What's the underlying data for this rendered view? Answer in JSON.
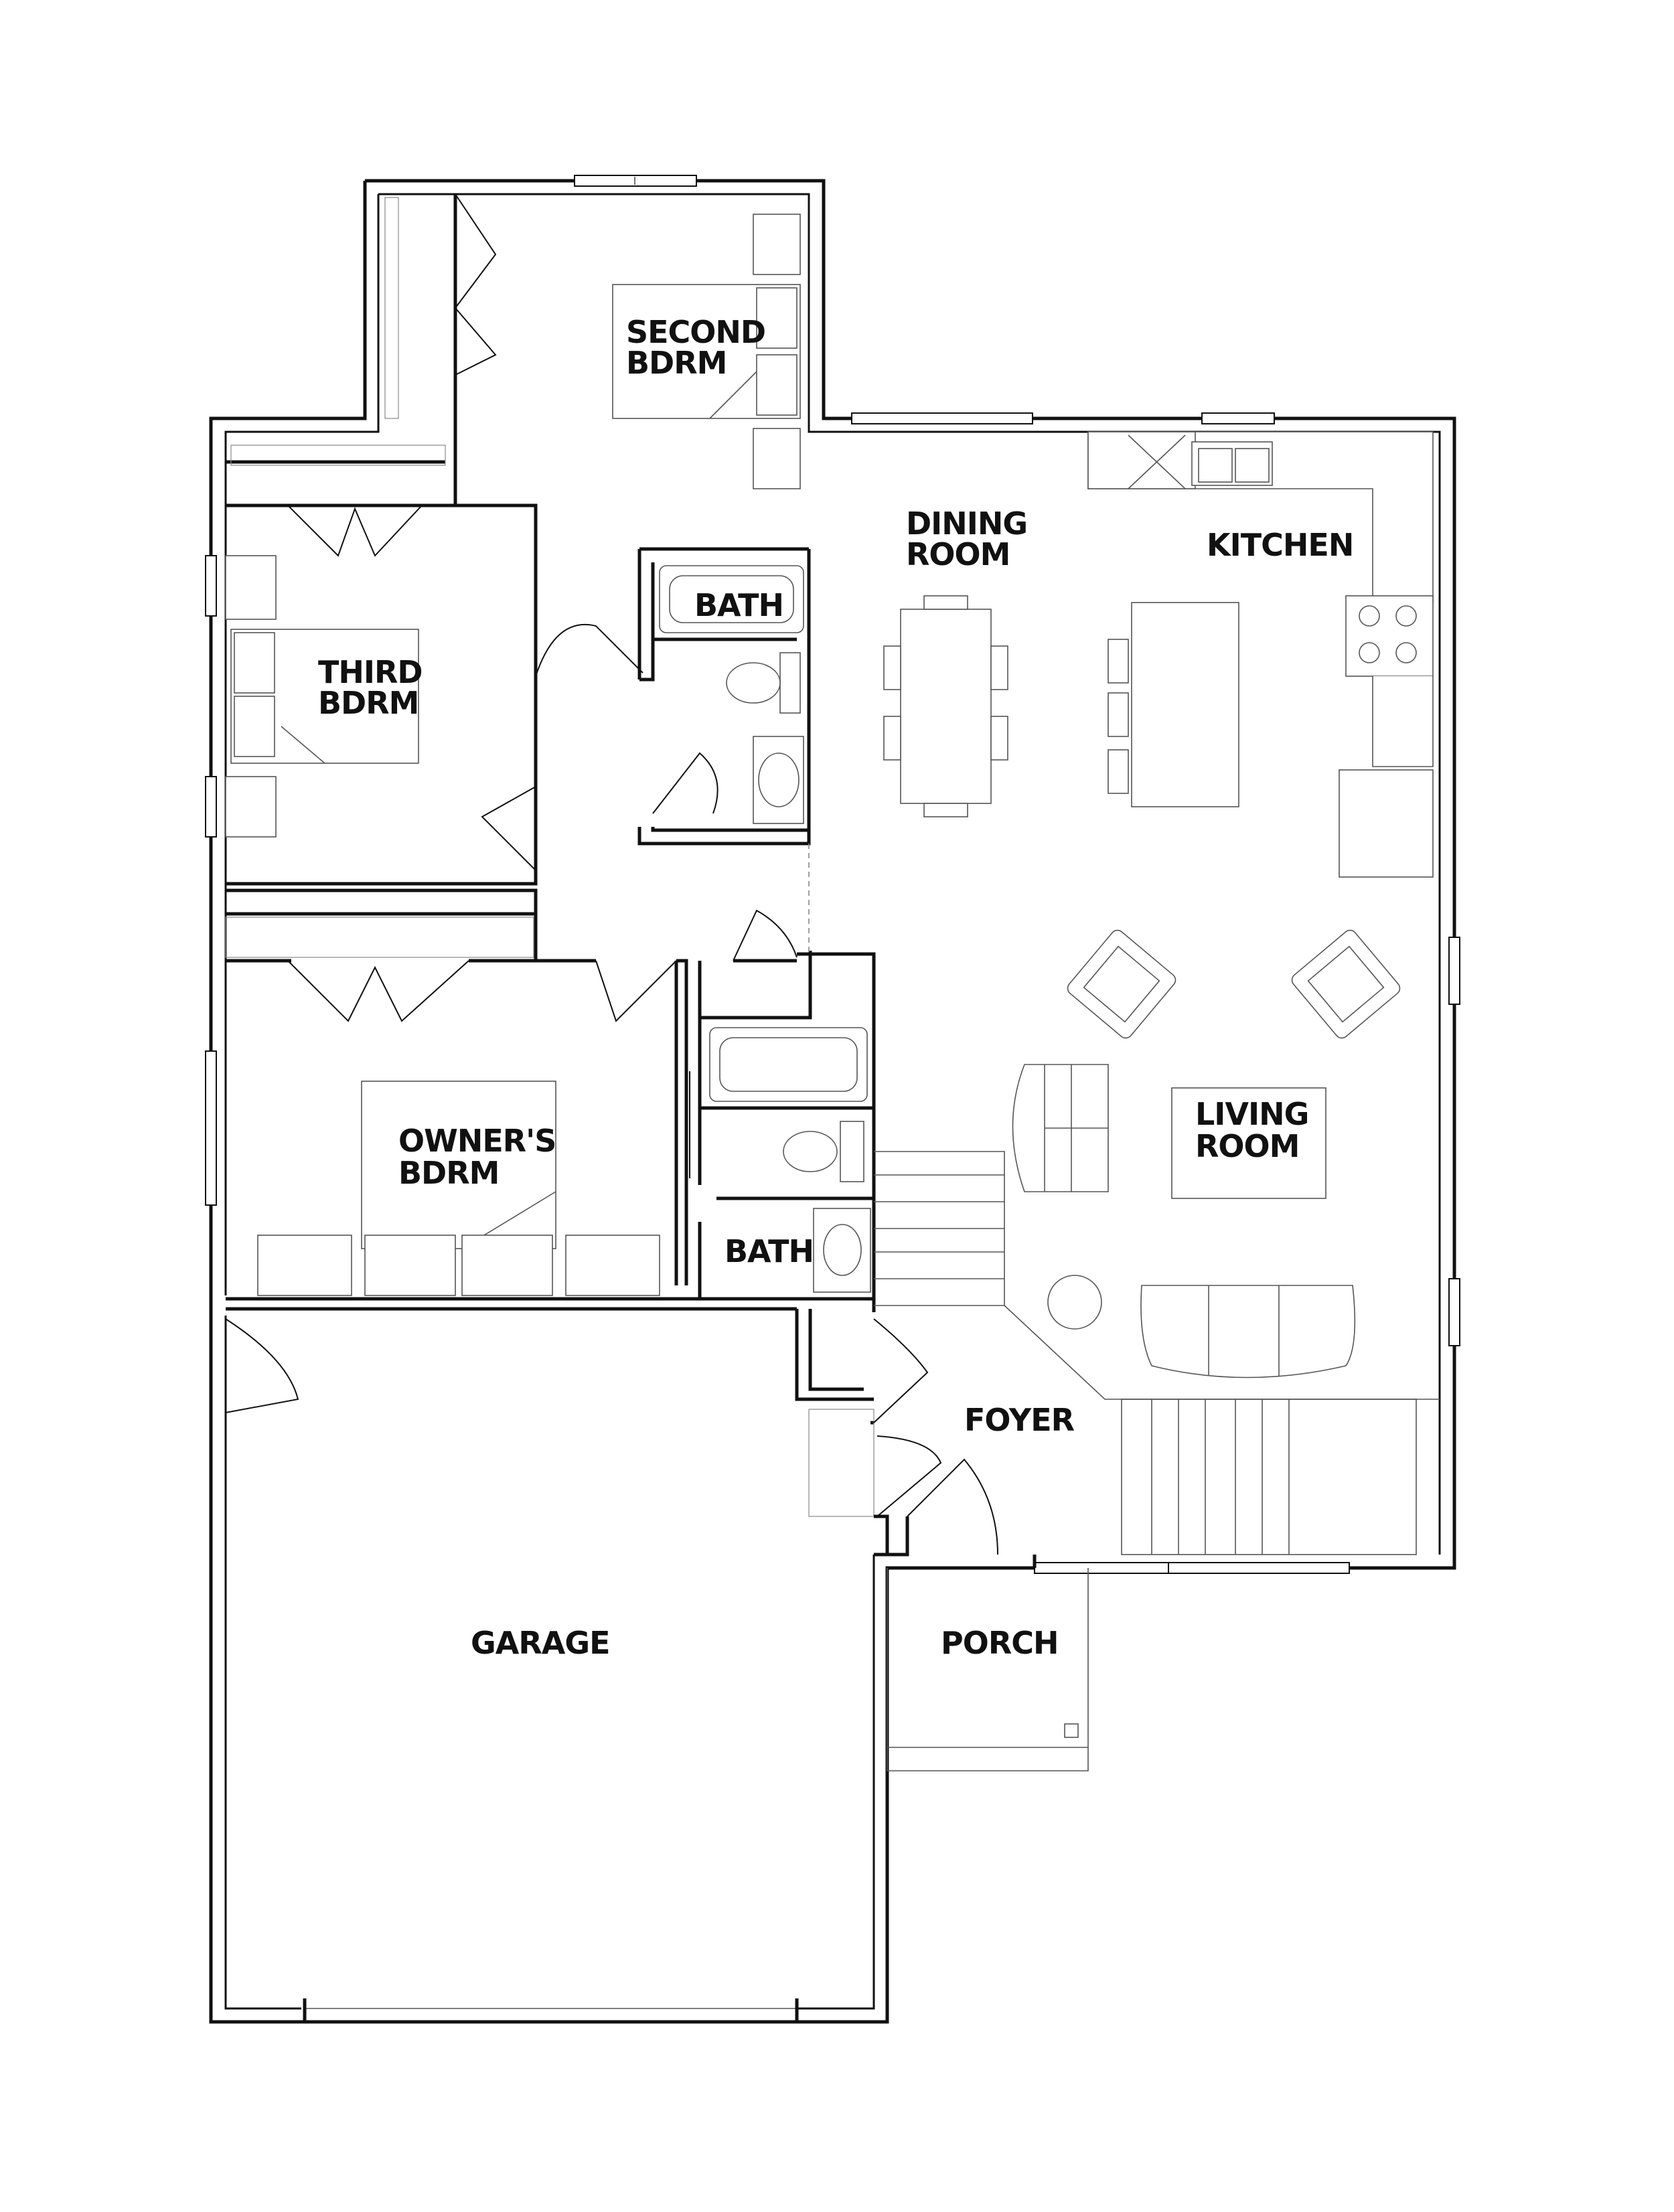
{
  "rooms": {
    "second_bdrm": [
      "SECOND",
      "BDRM"
    ],
    "third_bdrm": [
      "THIRD",
      "BDRM"
    ],
    "owners_bdrm": [
      "OWNER'S",
      "BDRM"
    ],
    "bath_upper": "BATH",
    "bath_lower": "BATH",
    "dining_room": [
      "DINING",
      "ROOM"
    ],
    "kitchen": "KITCHEN",
    "living_room": [
      "LIVING",
      "ROOM"
    ],
    "foyer": "FOYER",
    "porch": "PORCH",
    "garage": "GARAGE"
  }
}
